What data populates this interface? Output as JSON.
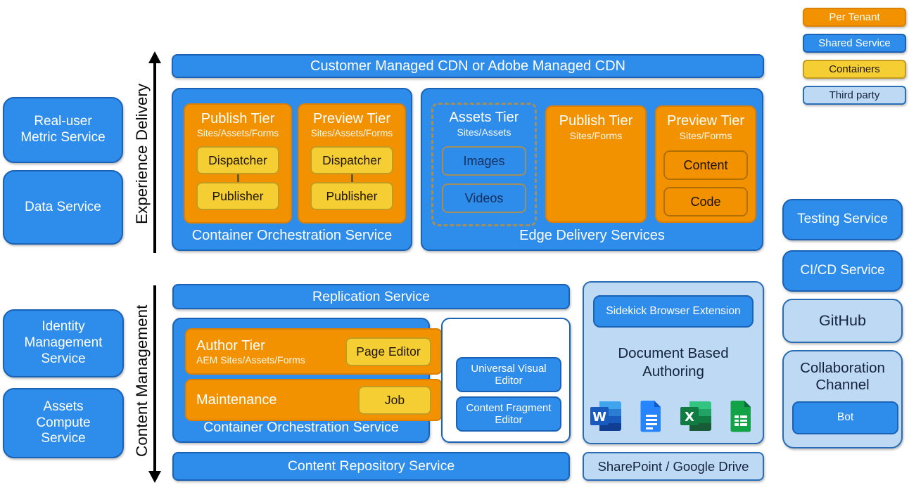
{
  "legend": {
    "items": [
      {
        "label": "Per Tenant",
        "color": "#F39200"
      },
      {
        "label": "Shared Service",
        "color": "#2E8CEA"
      },
      {
        "label": "Containers",
        "color": "#F5CE33"
      },
      {
        "label": "Third party",
        "color": "#BED9F4"
      }
    ]
  },
  "left": {
    "real_user": "Real-user Metric Service",
    "data_service": "Data Service",
    "identity": "Identity Management Service",
    "assets_compute": "Assets Compute Service"
  },
  "axes": {
    "top": "Experience Delivery",
    "bottom": "Content Management"
  },
  "cdn_bar": "Customer Managed CDN or Adobe Managed CDN",
  "cos_top": {
    "label": "Container Orchestration Service",
    "tiers": [
      {
        "title": "Publish Tier",
        "subtitle": "Sites/Assets/Forms",
        "buttons": [
          "Dispatcher",
          "Publisher"
        ]
      },
      {
        "title": "Preview Tier",
        "subtitle": "Sites/Assets/Forms",
        "buttons": [
          "Dispatcher",
          "Publisher"
        ]
      }
    ]
  },
  "edge": {
    "label": "Edge Delivery Services",
    "assets_tier": {
      "title": "Assets Tier",
      "subtitle": "Sites/Assets",
      "buttons": [
        "Images",
        "Videos"
      ]
    },
    "publish_tier": {
      "title": "Publish Tier",
      "subtitle": "Sites/Forms"
    },
    "preview_tier": {
      "title": "Preview Tier",
      "subtitle": "Sites/Forms",
      "buttons": [
        "Content",
        "Code"
      ]
    }
  },
  "replication_bar": "Replication Service",
  "cos_bottom": {
    "label": "Container Orchestration Service",
    "author": {
      "title": "Author Tier",
      "subtitle": "AEM Sites/Assets/Forms",
      "button": "Page Editor"
    },
    "maintenance": {
      "title": "Maintenance",
      "button": "Job"
    }
  },
  "editors": {
    "buttons": [
      "Universal Visual Editor",
      "Content Fragment Editor"
    ]
  },
  "doc_authoring": {
    "extension": "Sidekick Browser Extension",
    "title": "Document Based Authoring",
    "icons": [
      "word-icon",
      "google-docs-icon",
      "excel-icon",
      "google-sheets-icon"
    ]
  },
  "repository_bar": "Content Repository Service",
  "storage_bar": "SharePoint / Google Drive",
  "right": {
    "testing": "Testing Service",
    "cicd": "CI/CD Service",
    "github": "GitHub",
    "collab": "Collaboration Channel",
    "bot": "Bot"
  },
  "colors": {
    "blue": "#2E8CEA",
    "blue_border": "#1A62B5",
    "orange": "#F39200",
    "orange_border": "#DD7F00",
    "yellow": "#F5CE33",
    "yellow_border": "#C39B21",
    "light_blue": "#BED9F4",
    "tan_dashed_border": "#A18F5C",
    "dark_navy_text": "#15243C",
    "arrow_black": "#000000"
  }
}
